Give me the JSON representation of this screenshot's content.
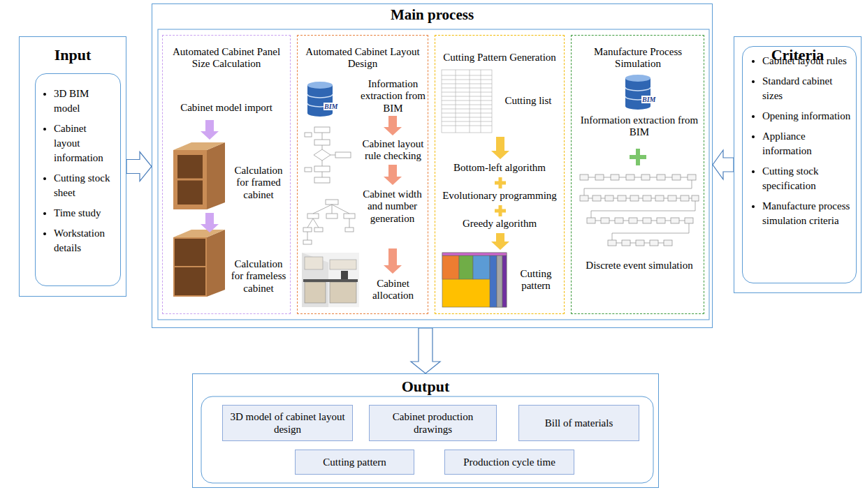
{
  "diagram": {
    "nodes": [
      {
        "text": [
          "Input"
        ]
      },
      {
        "text": [
          "3D BIM model",
          "Cabinet layout information",
          "Cutting stock sheet",
          "Time study",
          "Workstation details"
        ],
        "in": 0
      },
      {
        "text": [
          "Main process"
        ]
      },
      {
        "text": [
          "Automated Cabinet Panel Size Calculation",
          "Cabinet model import",
          "Calculation for framed cabinet",
          "Calculation for frameless cabinet"
        ],
        "in": 2
      },
      {
        "text": [
          "Automated Cabinet Layout Design",
          "Information extraction from BIM",
          "Cabinet layout rule checking",
          "Cabinet width and number generation",
          "Cabinet allocation"
        ],
        "in": 2
      },
      {
        "text": [
          "Cutting Pattern Generation",
          "Cutting list",
          "Bottom-left algorithm",
          "Evolutionary programming",
          "Greedy algorithm",
          "Cutting pattern"
        ],
        "in": 2
      },
      {
        "text": [
          "Manufacture Process Simulation",
          "Information extraction from BIM",
          "Discrete event simulation"
        ],
        "in": 2
      },
      {
        "text": [
          "Criteria"
        ]
      },
      {
        "text": [
          "Cabinet layout rules",
          "Standard cabinet sizes",
          "Opening information",
          "Appliance information",
          "Cutting stock specification",
          "Manufacture process simulation criteria"
        ],
        "in": 7
      },
      {
        "text": [
          "Output"
        ]
      },
      {
        "text": [
          "3D model of cabinet layout design"
        ],
        "in": 9
      },
      {
        "text": [
          "Cabinet production drawings"
        ],
        "in": 9
      },
      {
        "text": [
          "Bill of materials"
        ],
        "in": 9
      },
      {
        "text": [
          "Cutting pattern"
        ],
        "in": 9
      },
      {
        "text": [
          "Production cycle time"
        ],
        "in": 9
      }
    ],
    "edges": [
      {
        "from": 0,
        "to": 2,
        "arrow": "to"
      },
      {
        "from": 7,
        "to": 2,
        "arrow": "to"
      },
      {
        "from": 2,
        "to": 9,
        "arrow": "to"
      }
    ],
    "labels": [
      "BIM",
      "BIM"
    ]
  }
}
